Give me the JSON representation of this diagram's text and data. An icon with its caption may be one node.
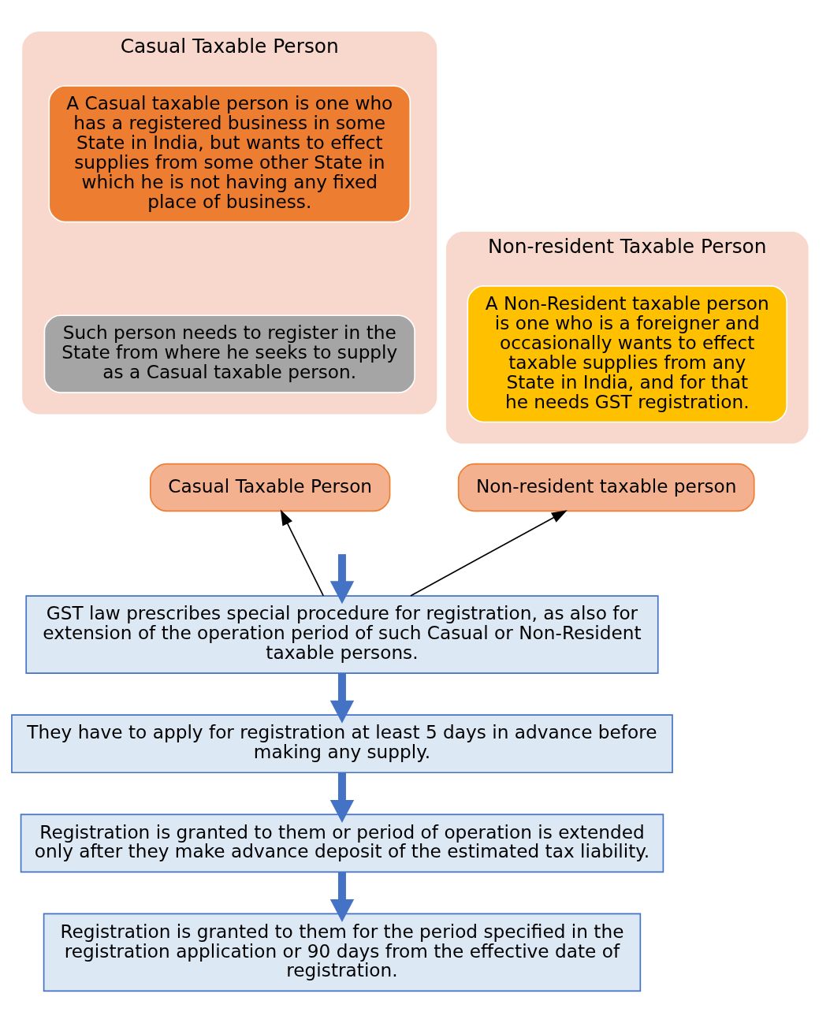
{
  "diagram": {
    "nodes": [
      {
        "text": [
          "Casual Taxable Person"
        ]
      },
      {
        "text": [
          "A Casual taxable person is one who has a registered business in some State in India, but wants to effect supplies from some other State in which he is not having any fixed place of business."
        ],
        "in": 0
      },
      {
        "text": [
          "Such person needs to register in the State from where he seeks to supply as a Casual taxable person."
        ],
        "in": 0
      },
      {
        "text": [
          "Non-resident Taxable Person"
        ]
      },
      {
        "text": [
          "A Non-Resident taxable person is one who is a foreigner and occasionally wants to effect taxable supplies from any State in India, and for that he needs GST registration."
        ],
        "in": 3
      },
      {
        "text": [
          "Casual Taxable Person"
        ]
      },
      {
        "text": [
          "Non-resident taxable person"
        ]
      },
      {
        "text": [
          "GST law prescribes special procedure for registration, as also for extension of the operation period of such Casual or Non-Resident taxable persons."
        ]
      },
      {
        "text": [
          "They have to apply for registration at least 5 days in advance before making any supply."
        ]
      },
      {
        "text": [
          "Registration is granted to them or period of operation is extended only after they make advance deposit of the estimated tax liability."
        ]
      },
      {
        "text": [
          "Registration is granted to them for the period specified in the registration application or 90 days from the effective date of registration."
        ]
      }
    ],
    "edges": [
      {
        "from": 7,
        "to": 5,
        "arrow": "to",
        "color": "#000000"
      },
      {
        "from": 7,
        "to": 6,
        "arrow": "to",
        "color": "#000000"
      },
      {
        "from": null,
        "to": 7,
        "arrow": "to"
      },
      {
        "from": 7,
        "to": 8,
        "arrow": "to"
      },
      {
        "from": 8,
        "to": 9,
        "arrow": "to"
      },
      {
        "from": 9,
        "to": 10,
        "arrow": "to"
      }
    ]
  }
}
